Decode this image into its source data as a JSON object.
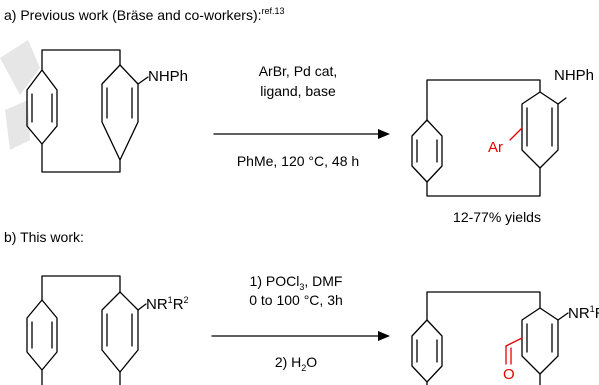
{
  "part_a": {
    "heading": "a) Previous work (Bräse and co-workers):",
    "ref": "ref.13",
    "start_label": "NHPh",
    "conditions_top": [
      "ArBr, Pd cat,",
      "ligand, base"
    ],
    "conditions_bottom": "PhMe, 120 °C, 48 h",
    "product_label": "NHPh",
    "product_substituent": "Ar",
    "yield": "12-77% yields"
  },
  "part_b": {
    "heading": "b) This work:",
    "amine_label": "NR",
    "sup1": "1",
    "r2": "R",
    "sup2": "2",
    "step1_a": "1) POCl",
    "step1_sub": "3",
    "step1_b": ", DMF",
    "step1_line2": "0  to 100 °C, 3h",
    "step2_a": "2) H",
    "step2_sub": "2",
    "step2_b": "O",
    "oxygen": "O"
  },
  "colors": {
    "highlight": "#e60000",
    "watermark": "#e6e6e6"
  }
}
